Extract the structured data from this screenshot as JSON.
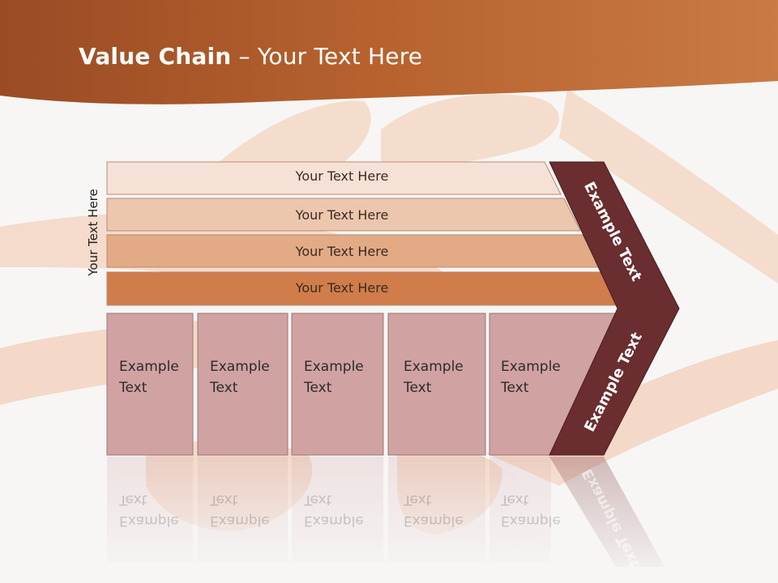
{
  "header": {
    "title_bold": "Value Chain",
    "title_rest": " – Your Text Here"
  },
  "side_label": "Your Text Here",
  "rows": [
    "Your Text Here",
    "Your Text Here",
    "Your Text Here",
    "Your Text Here"
  ],
  "cells": [
    {
      "line1": "Example",
      "line2": "Text"
    },
    {
      "line1": "Example",
      "line2": "Text"
    },
    {
      "line1": "Example",
      "line2": "Text"
    },
    {
      "line1": "Example",
      "line2": "Text"
    },
    {
      "line1": "Example",
      "line2": "Text"
    }
  ],
  "chevron": {
    "upper_label": "Example Text",
    "lower_label": "Example Text"
  },
  "colors": {
    "header_band": "#a9552a",
    "row1": "#f6e1d6",
    "row2": "#ecc7ad",
    "row3": "#e2ab86",
    "row4": "#d17d4b",
    "cell": "#d1a2a2",
    "chevron": "#6a2d30"
  }
}
